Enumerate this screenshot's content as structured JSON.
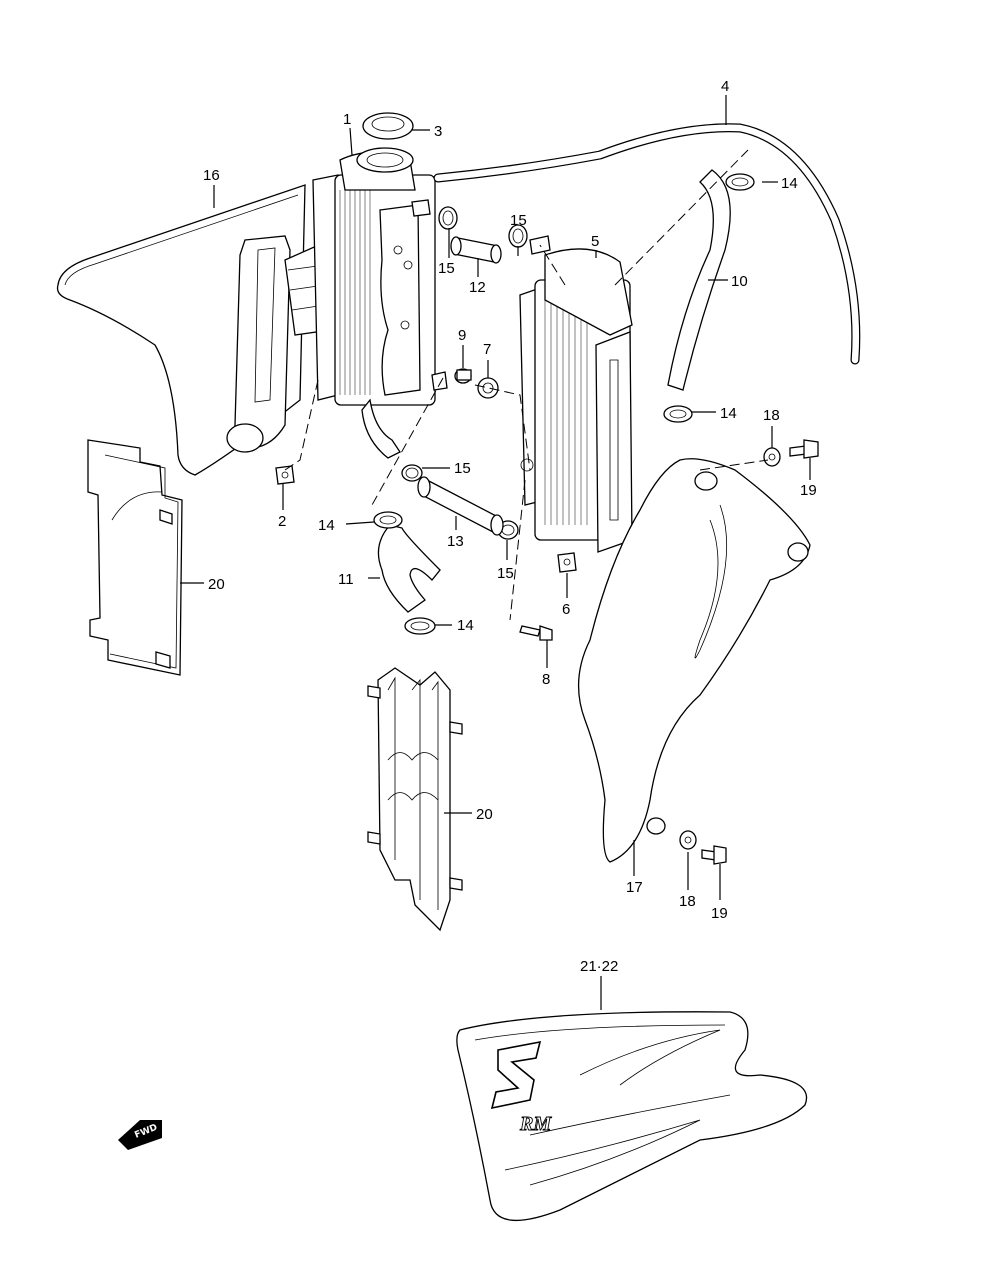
{
  "callouts": {
    "c1": "1",
    "c2": "2",
    "c3": "3",
    "c4": "4",
    "c5": "5",
    "c6": "6",
    "c7": "7",
    "c8": "8",
    "c9": "9",
    "c10": "10",
    "c11": "11",
    "c12": "12",
    "c13": "13",
    "c14a": "14",
    "c14b": "14",
    "c14c": "14",
    "c14d": "14",
    "c15a": "15",
    "c15b": "15",
    "c15c": "15",
    "c15d": "15",
    "c16": "16",
    "c17": "17",
    "c18a": "18",
    "c18b": "18",
    "c19a": "19",
    "c19b": "19",
    "c20a": "20",
    "c20b": "20",
    "c21": "21·22"
  },
  "emblem": {
    "fwd": "FWD",
    "shroud_logo": "RM"
  }
}
